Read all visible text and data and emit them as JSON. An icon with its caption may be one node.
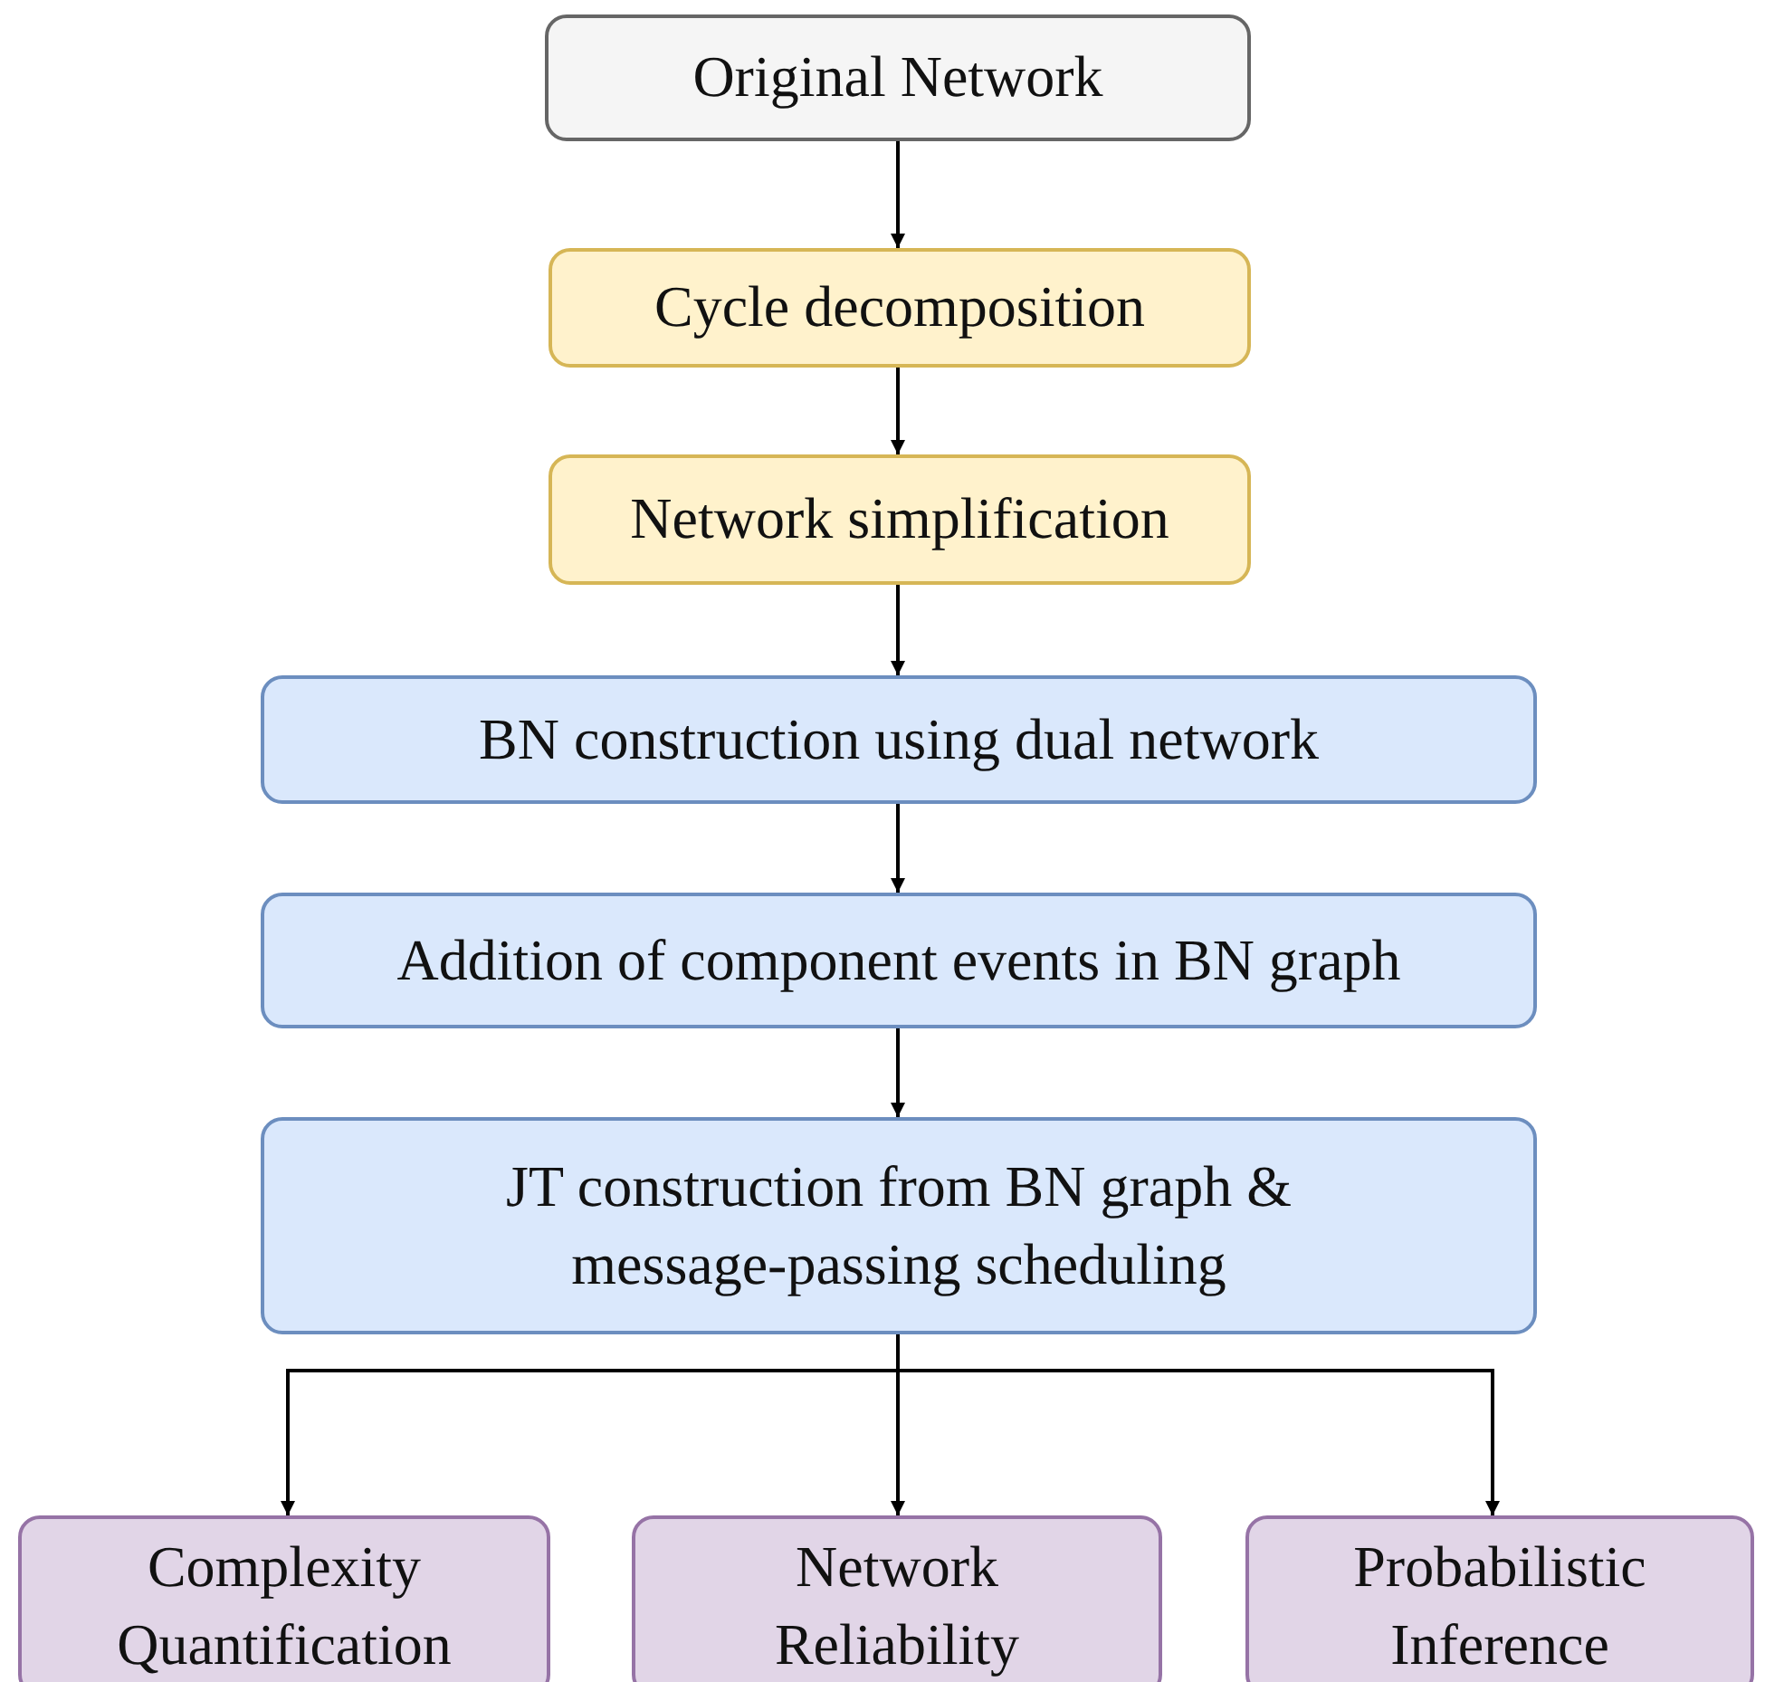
{
  "diagram": {
    "nodes": [
      {
        "text": [
          "Original Network"
        ]
      },
      {
        "text": [
          "Cycle decomposition"
        ]
      },
      {
        "text": [
          "Network simplification"
        ]
      },
      {
        "text": [
          "BN construction using dual network"
        ]
      },
      {
        "text": [
          "Addition of component events in BN graph"
        ]
      },
      {
        "text": [
          "JT construction from BN graph & message-passing scheduling"
        ]
      },
      {
        "text": [
          "Complexity Quantification"
        ]
      },
      {
        "text": [
          "Network Reliability"
        ]
      },
      {
        "text": [
          "Probabilistic Inference"
        ]
      }
    ],
    "edges": [
      {
        "from": 0,
        "to": 1,
        "arrow": "to"
      },
      {
        "from": 1,
        "to": 2,
        "arrow": "to"
      },
      {
        "from": 2,
        "to": 3,
        "arrow": "to"
      },
      {
        "from": 3,
        "to": 4,
        "arrow": "to"
      },
      {
        "from": 4,
        "to": 5,
        "arrow": "to"
      },
      {
        "from": 5,
        "to": 6,
        "arrow": "to"
      },
      {
        "from": 5,
        "to": 7,
        "arrow": "to"
      },
      {
        "from": 5,
        "to": 8,
        "arrow": "to"
      }
    ]
  }
}
